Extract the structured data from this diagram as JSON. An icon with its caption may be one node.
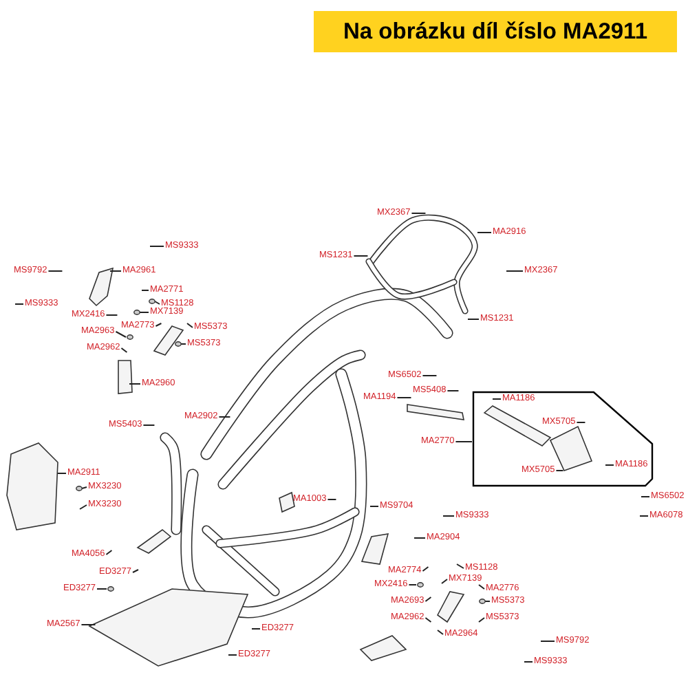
{
  "diagram": {
    "title": "Na obrázku díl číslo MA2911",
    "nodes": [
      {
        "text": [
          "MX2367"
        ]
      },
      {
        "text": [
          "MA2916"
        ]
      },
      {
        "text": [
          "MS9333"
        ]
      },
      {
        "text": [
          "MS1231"
        ]
      },
      {
        "text": [
          "MX2367"
        ]
      },
      {
        "text": [
          "MS9792"
        ]
      },
      {
        "text": [
          "MA2961"
        ]
      },
      {
        "text": [
          "MA2771"
        ]
      },
      {
        "text": [
          "MS1128"
        ]
      },
      {
        "text": [
          "MS9333"
        ]
      },
      {
        "text": [
          "MX7139"
        ]
      },
      {
        "text": [
          "MX2416"
        ]
      },
      {
        "text": [
          "MS1231"
        ]
      },
      {
        "text": [
          "MA2773"
        ]
      },
      {
        "text": [
          "MS5373"
        ]
      },
      {
        "text": [
          "MA2963"
        ]
      },
      {
        "text": [
          "MS5373"
        ]
      },
      {
        "text": [
          "MA2962"
        ]
      },
      {
        "text": [
          "MS6502"
        ]
      },
      {
        "text": [
          "MA2960"
        ]
      },
      {
        "text": [
          "MS5408"
        ]
      },
      {
        "text": [],
        "shape": "box"
      },
      {
        "text": [
          "MA1186"
        ],
        "in": 21
      },
      {
        "text": [
          "MA1194"
        ]
      },
      {
        "text": [
          "MA2902"
        ]
      },
      {
        "text": [
          "MX5705"
        ],
        "in": 21
      },
      {
        "text": [
          "MS5403"
        ]
      },
      {
        "text": [
          "MA2770"
        ]
      },
      {
        "text": [
          "MA1186"
        ],
        "in": 21
      },
      {
        "text": [
          "MX5705"
        ],
        "in": 21
      },
      {
        "text": [
          "MA2911"
        ]
      },
      {
        "text": [
          "MX3230"
        ]
      },
      {
        "text": [
          "MS6502"
        ]
      },
      {
        "text": [
          "MA1003"
        ]
      },
      {
        "text": [
          "MX3230"
        ]
      },
      {
        "text": [
          "MS9704"
        ]
      },
      {
        "text": [
          "MA6078"
        ]
      },
      {
        "text": [
          "MS9333"
        ]
      },
      {
        "text": [
          "MA2904"
        ]
      },
      {
        "text": [
          "MA4056"
        ]
      },
      {
        "text": [
          "MS1128"
        ]
      },
      {
        "text": [
          "ED3277"
        ]
      },
      {
        "text": [
          "MA2774"
        ]
      },
      {
        "text": [
          "MX7139"
        ]
      },
      {
        "text": [
          "MX2416"
        ]
      },
      {
        "text": [
          "ED3277"
        ]
      },
      {
        "text": [
          "MA2776"
        ]
      },
      {
        "text": [
          "MA2693"
        ]
      },
      {
        "text": [
          "MS5373"
        ]
      },
      {
        "text": [
          "MA2962"
        ]
      },
      {
        "text": [
          "MS5373"
        ]
      },
      {
        "text": [
          "MA2567"
        ]
      },
      {
        "text": [
          "ED3277"
        ]
      },
      {
        "text": [
          "MA2964"
        ]
      },
      {
        "text": [
          "MS9792"
        ]
      },
      {
        "text": [
          "ED3277"
        ]
      },
      {
        "text": [
          "MS9333"
        ]
      },
      {
        "text": [],
        "shape": "circle"
      },
      {
        "text": [],
        "shape": "circle"
      },
      {
        "text": [],
        "shape": "circle"
      },
      {
        "text": [],
        "shape": "circle"
      },
      {
        "text": [],
        "shape": "circle"
      },
      {
        "text": [],
        "shape": "circle"
      },
      {
        "text": [],
        "shape": "circle"
      },
      {
        "text": [],
        "shape": "circle"
      }
    ],
    "edges": [
      {
        "from": 0,
        "to": null,
        "arrow": "none"
      },
      {
        "from": 1,
        "to": null,
        "arrow": "none"
      },
      {
        "from": 2,
        "to": null,
        "arrow": "none"
      },
      {
        "from": 3,
        "to": null,
        "arrow": "none"
      },
      {
        "from": 4,
        "to": null,
        "arrow": "none"
      },
      {
        "from": 5,
        "to": null,
        "arrow": "none"
      },
      {
        "from": 6,
        "to": null,
        "arrow": "none"
      },
      {
        "from": 7,
        "to": null,
        "arrow": "none"
      },
      {
        "from": 8,
        "to": 57,
        "arrow": "none"
      },
      {
        "from": 9,
        "to": null,
        "arrow": "none"
      },
      {
        "from": 10,
        "to": 58,
        "arrow": "none"
      },
      {
        "from": 11,
        "to": null,
        "arrow": "none"
      },
      {
        "from": 12,
        "to": null,
        "arrow": "none"
      },
      {
        "from": 13,
        "to": null,
        "arrow": "none"
      },
      {
        "from": 14,
        "to": null,
        "arrow": "none"
      },
      {
        "from": 15,
        "to": 59,
        "arrow": "none"
      },
      {
        "from": 16,
        "to": 60,
        "arrow": "none"
      },
      {
        "from": 17,
        "to": null,
        "arrow": "none"
      },
      {
        "from": 18,
        "to": null,
        "arrow": "none"
      },
      {
        "from": 19,
        "to": null,
        "arrow": "none"
      },
      {
        "from": 20,
        "to": null,
        "arrow": "none"
      },
      {
        "from": 22,
        "to": null,
        "arrow": "none"
      },
      {
        "from": 23,
        "to": null,
        "arrow": "none"
      },
      {
        "from": 24,
        "to": null,
        "arrow": "none"
      },
      {
        "from": 25,
        "to": null,
        "arrow": "none"
      },
      {
        "from": 26,
        "to": null,
        "arrow": "none"
      },
      {
        "from": 27,
        "to": 21,
        "arrow": "none"
      },
      {
        "from": 28,
        "to": null,
        "arrow": "none"
      },
      {
        "from": 29,
        "to": null,
        "arrow": "none"
      },
      {
        "from": 30,
        "to": null,
        "arrow": "none"
      },
      {
        "from": 31,
        "to": 61,
        "arrow": "none"
      },
      {
        "from": 32,
        "to": null,
        "arrow": "none"
      },
      {
        "from": 33,
        "to": null,
        "arrow": "none"
      },
      {
        "from": 34,
        "to": null,
        "arrow": "none"
      },
      {
        "from": 35,
        "to": null,
        "arrow": "none"
      },
      {
        "from": 36,
        "to": null,
        "arrow": "none"
      },
      {
        "from": 37,
        "to": null,
        "arrow": "none"
      },
      {
        "from": 38,
        "to": null,
        "arrow": "none"
      },
      {
        "from": 39,
        "to": null,
        "arrow": "none"
      },
      {
        "from": 40,
        "to": null,
        "arrow": "none"
      },
      {
        "from": 41,
        "to": null,
        "arrow": "none"
      },
      {
        "from": 42,
        "to": null,
        "arrow": "none"
      },
      {
        "from": 43,
        "to": null,
        "arrow": "none"
      },
      {
        "from": 44,
        "to": 62,
        "arrow": "none"
      },
      {
        "from": 45,
        "to": 63,
        "arrow": "none"
      },
      {
        "from": 46,
        "to": null,
        "arrow": "none"
      },
      {
        "from": 47,
        "to": null,
        "arrow": "none"
      },
      {
        "from": 48,
        "to": 64,
        "arrow": "none"
      },
      {
        "from": 49,
        "to": null,
        "arrow": "none"
      },
      {
        "from": 50,
        "to": null,
        "arrow": "none"
      },
      {
        "from": 51,
        "to": null,
        "arrow": "none"
      },
      {
        "from": 52,
        "to": null,
        "arrow": "none"
      },
      {
        "from": 53,
        "to": null,
        "arrow": "none"
      },
      {
        "from": 54,
        "to": null,
        "arrow": "none"
      },
      {
        "from": 55,
        "to": null,
        "arrow": "none"
      },
      {
        "from": 56,
        "to": null,
        "arrow": "none"
      }
    ]
  }
}
